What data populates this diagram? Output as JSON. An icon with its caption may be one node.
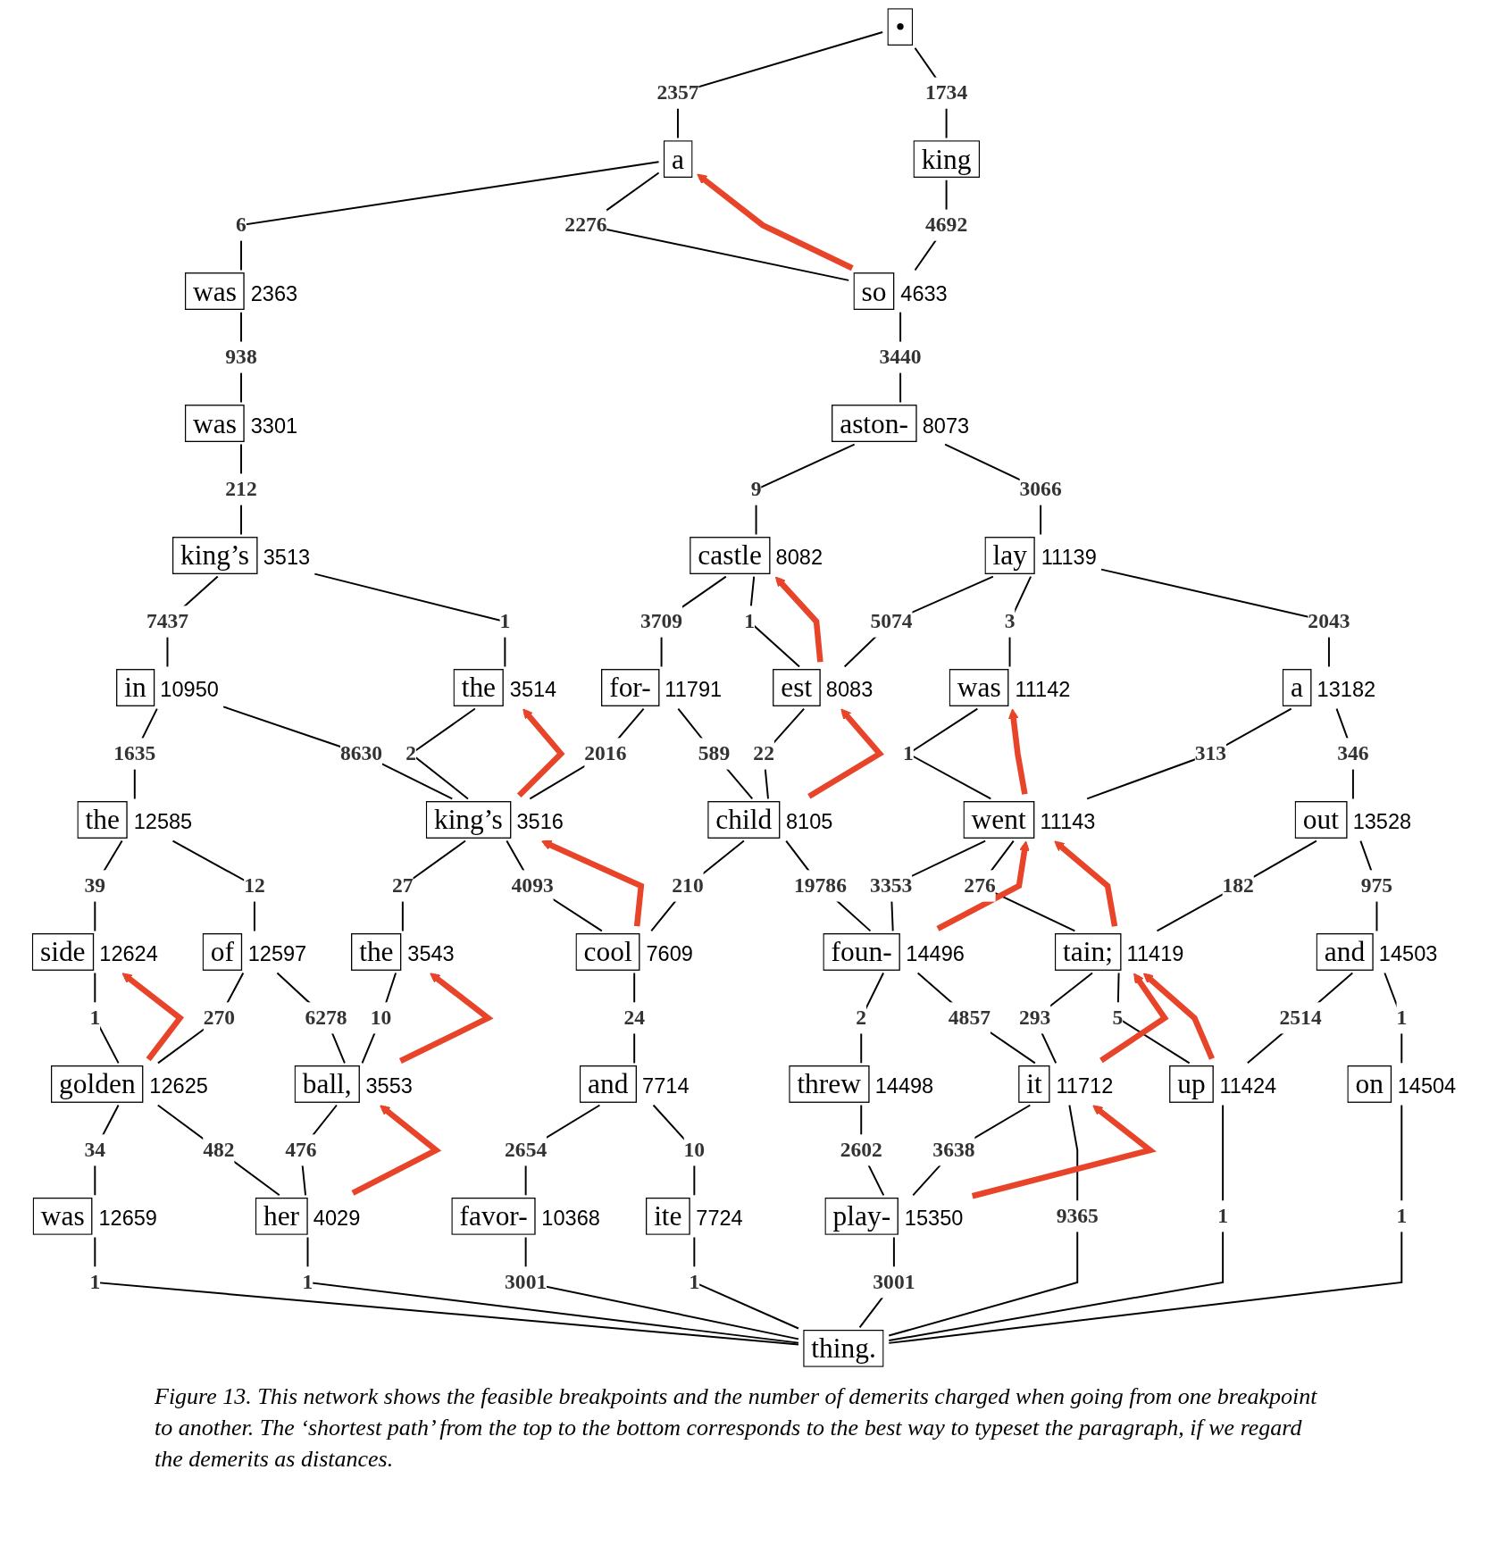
{
  "diagram": {
    "nodes": [
      {
        "text": [
          "•"
        ]
      },
      {
        "text": [
          "a"
        ]
      },
      {
        "text": [
          "king"
        ]
      },
      {
        "text": [
          "was"
        ],
        "beside": [
          "2363"
        ]
      },
      {
        "text": [
          "so"
        ],
        "beside": [
          "4633"
        ]
      },
      {
        "text": [
          "was"
        ],
        "beside": [
          "3301"
        ]
      },
      {
        "text": [
          "aston-"
        ],
        "beside": [
          "8073"
        ]
      },
      {
        "text": [
          "king’s"
        ],
        "beside": [
          "3513"
        ]
      },
      {
        "text": [
          "castle"
        ],
        "beside": [
          "8082"
        ]
      },
      {
        "text": [
          "lay"
        ],
        "beside": [
          "11139"
        ]
      },
      {
        "text": [
          "in"
        ],
        "beside": [
          "10950"
        ]
      },
      {
        "text": [
          "the"
        ],
        "beside": [
          "3514"
        ]
      },
      {
        "text": [
          "for-"
        ],
        "beside": [
          "11791"
        ]
      },
      {
        "text": [
          "est"
        ],
        "beside": [
          "8083"
        ]
      },
      {
        "text": [
          "was"
        ],
        "beside": [
          "11142"
        ]
      },
      {
        "text": [
          "a"
        ],
        "beside": [
          "13182"
        ]
      },
      {
        "text": [
          "the"
        ],
        "beside": [
          "12585"
        ]
      },
      {
        "text": [
          "king’s"
        ],
        "beside": [
          "3516"
        ]
      },
      {
        "text": [
          "child"
        ],
        "beside": [
          "8105"
        ]
      },
      {
        "text": [
          "went"
        ],
        "beside": [
          "11143"
        ]
      },
      {
        "text": [
          "out"
        ],
        "beside": [
          "13528"
        ]
      },
      {
        "text": [
          "side"
        ],
        "beside": [
          "12624"
        ]
      },
      {
        "text": [
          "of"
        ],
        "beside": [
          "12597"
        ]
      },
      {
        "text": [
          "the"
        ],
        "beside": [
          "3543"
        ]
      },
      {
        "text": [
          "cool"
        ],
        "beside": [
          "7609"
        ]
      },
      {
        "text": [
          "foun-"
        ],
        "beside": [
          "14496"
        ]
      },
      {
        "text": [
          "tain;"
        ],
        "beside": [
          "11419"
        ]
      },
      {
        "text": [
          "and"
        ],
        "beside": [
          "14503"
        ]
      },
      {
        "text": [
          "golden"
        ],
        "beside": [
          "12625"
        ]
      },
      {
        "text": [
          "ball,"
        ],
        "beside": [
          "3553"
        ]
      },
      {
        "text": [
          "and"
        ],
        "beside": [
          "7714"
        ]
      },
      {
        "text": [
          "threw"
        ],
        "beside": [
          "14498"
        ]
      },
      {
        "text": [
          "it"
        ],
        "beside": [
          "11712"
        ]
      },
      {
        "text": [
          "up"
        ],
        "beside": [
          "11424"
        ]
      },
      {
        "text": [
          "on"
        ],
        "beside": [
          "14504"
        ]
      },
      {
        "text": [
          "was"
        ],
        "beside": [
          "12659"
        ]
      },
      {
        "text": [
          "her"
        ],
        "beside": [
          "4029"
        ]
      },
      {
        "text": [
          "favor-"
        ],
        "beside": [
          "10368"
        ]
      },
      {
        "text": [
          "ite"
        ],
        "beside": [
          "7724"
        ]
      },
      {
        "text": [
          "play-"
        ],
        "beside": [
          "15350"
        ]
      },
      {
        "text": [
          "thing."
        ]
      }
    ],
    "edges": [
      {
        "from": 0,
        "to": 1,
        "arrow": "none",
        "label": "2357"
      },
      {
        "from": 0,
        "to": 2,
        "arrow": "none",
        "label": "1734"
      },
      {
        "from": 1,
        "to": 3,
        "arrow": "none",
        "label": "6"
      },
      {
        "from": 1,
        "to": 4,
        "arrow": "none",
        "label": "2276"
      },
      {
        "from": 2,
        "to": 4,
        "arrow": "none",
        "label": "4692"
      },
      {
        "from": 3,
        "to": 5,
        "arrow": "none",
        "label": "938"
      },
      {
        "from": 4,
        "to": 6,
        "arrow": "none",
        "label": "3440"
      },
      {
        "from": 5,
        "to": 7,
        "arrow": "none",
        "label": "212"
      },
      {
        "from": 6,
        "to": 8,
        "arrow": "none",
        "label": "9"
      },
      {
        "from": 6,
        "to": 9,
        "arrow": "none",
        "label": "3066"
      },
      {
        "from": 7,
        "to": 10,
        "arrow": "none",
        "label": "7437"
      },
      {
        "from": 7,
        "to": 11,
        "arrow": "none",
        "label": "1"
      },
      {
        "from": 8,
        "to": 12,
        "arrow": "none",
        "label": "3709"
      },
      {
        "from": 8,
        "to": 13,
        "arrow": "none",
        "label": "1"
      },
      {
        "from": 9,
        "to": 13,
        "arrow": "none",
        "label": "5074"
      },
      {
        "from": 9,
        "to": 14,
        "arrow": "none",
        "label": "3"
      },
      {
        "from": 9,
        "to": 15,
        "arrow": "none",
        "label": "2043"
      },
      {
        "from": 10,
        "to": 16,
        "arrow": "none",
        "label": "1635"
      },
      {
        "from": 10,
        "to": 17,
        "arrow": "none",
        "label": "8630"
      },
      {
        "from": 11,
        "to": 17,
        "arrow": "none",
        "label": "2"
      },
      {
        "from": 12,
        "to": 17,
        "arrow": "none",
        "label": "2016"
      },
      {
        "from": 12,
        "to": 18,
        "arrow": "none",
        "label": "589"
      },
      {
        "from": 13,
        "to": 18,
        "arrow": "none",
        "label": "22"
      },
      {
        "from": 14,
        "to": 19,
        "arrow": "none",
        "label": "1"
      },
      {
        "from": 15,
        "to": 19,
        "arrow": "none",
        "label": "313"
      },
      {
        "from": 15,
        "to": 20,
        "arrow": "none",
        "label": "346"
      },
      {
        "from": 16,
        "to": 21,
        "arrow": "none",
        "label": "39"
      },
      {
        "from": 16,
        "to": 22,
        "arrow": "none",
        "label": "12"
      },
      {
        "from": 17,
        "to": 23,
        "arrow": "none",
        "label": "27"
      },
      {
        "from": 17,
        "to": 24,
        "arrow": "none",
        "label": "4093"
      },
      {
        "from": 18,
        "to": 24,
        "arrow": "none",
        "label": "210"
      },
      {
        "from": 18,
        "to": 25,
        "arrow": "none",
        "label": "19786"
      },
      {
        "from": 19,
        "to": 25,
        "arrow": "none",
        "label": "3353"
      },
      {
        "from": 19,
        "to": 26,
        "arrow": "none",
        "label": "276"
      },
      {
        "from": 20,
        "to": 26,
        "arrow": "none",
        "label": "182"
      },
      {
        "from": 20,
        "to": 27,
        "arrow": "none",
        "label": "975"
      },
      {
        "from": 21,
        "to": 28,
        "arrow": "none",
        "label": "1"
      },
      {
        "from": 22,
        "to": 28,
        "arrow": "none",
        "label": "270"
      },
      {
        "from": 22,
        "to": 29,
        "arrow": "none",
        "label": "6278"
      },
      {
        "from": 23,
        "to": 29,
        "arrow": "none",
        "label": "10"
      },
      {
        "from": 24,
        "to": 30,
        "arrow": "none",
        "label": "24"
      },
      {
        "from": 25,
        "to": 31,
        "arrow": "none",
        "label": "2"
      },
      {
        "from": 25,
        "to": 32,
        "arrow": "none",
        "label": "4857"
      },
      {
        "from": 26,
        "to": 32,
        "arrow": "none",
        "label": "293"
      },
      {
        "from": 26,
        "to": 33,
        "arrow": "none",
        "label": "5"
      },
      {
        "from": 27,
        "to": 33,
        "arrow": "none",
        "label": "2514"
      },
      {
        "from": 27,
        "to": 34,
        "arrow": "none",
        "label": "1"
      },
      {
        "from": 28,
        "to": 35,
        "arrow": "none",
        "label": "34"
      },
      {
        "from": 28,
        "to": 36,
        "arrow": "none",
        "label": "482"
      },
      {
        "from": 29,
        "to": 36,
        "arrow": "none",
        "label": "476"
      },
      {
        "from": 30,
        "to": 37,
        "arrow": "none",
        "label": "2654"
      },
      {
        "from": 30,
        "to": 38,
        "arrow": "none",
        "label": "10"
      },
      {
        "from": 31,
        "to": 39,
        "arrow": "none",
        "label": "2602"
      },
      {
        "from": 32,
        "to": 39,
        "arrow": "none",
        "label": "3638"
      },
      {
        "from": 35,
        "to": 40,
        "arrow": "none",
        "label": "1"
      },
      {
        "from": 36,
        "to": 40,
        "arrow": "none",
        "label": "1"
      },
      {
        "from": 37,
        "to": 40,
        "arrow": "none",
        "label": "3001"
      },
      {
        "from": 38,
        "to": 40,
        "arrow": "none",
        "label": "1"
      },
      {
        "from": 39,
        "to": 40,
        "arrow": "none",
        "label": "3001"
      },
      {
        "from": 32,
        "to": 40,
        "arrow": "none",
        "label": "9365"
      },
      {
        "from": 33,
        "to": 40,
        "arrow": "none",
        "label": "1"
      },
      {
        "from": 34,
        "to": 40,
        "arrow": "none",
        "label": "1"
      },
      {
        "from": 4,
        "to": 1,
        "arrow": "to",
        "style": "thick",
        "color": "#e8442a"
      },
      {
        "from": 13,
        "to": 8,
        "arrow": "to",
        "style": "thick",
        "color": "#e8442a"
      },
      {
        "from": 18,
        "to": 13,
        "arrow": "to",
        "style": "thick",
        "color": "#e8442a"
      },
      {
        "from": 17,
        "to": 11,
        "arrow": "to",
        "style": "thick",
        "color": "#e8442a"
      },
      {
        "from": 19,
        "to": 14,
        "arrow": "to",
        "style": "thick",
        "color": "#e8442a"
      },
      {
        "from": 24,
        "to": 17,
        "arrow": "to",
        "style": "thick",
        "color": "#e8442a"
      },
      {
        "from": 25,
        "to": 19,
        "arrow": "to",
        "style": "thick",
        "color": "#e8442a"
      },
      {
        "from": 26,
        "to": 19,
        "arrow": "to",
        "style": "thick",
        "color": "#e8442a"
      },
      {
        "from": 28,
        "to": 21,
        "arrow": "to",
        "style": "thick",
        "color": "#e8442a"
      },
      {
        "from": 29,
        "to": 23,
        "arrow": "to",
        "style": "thick",
        "color": "#e8442a"
      },
      {
        "from": 32,
        "to": 26,
        "arrow": "to",
        "style": "thick",
        "color": "#e8442a"
      },
      {
        "from": 33,
        "to": 26,
        "arrow": "to",
        "style": "thick",
        "color": "#e8442a"
      },
      {
        "from": 36,
        "to": 29,
        "arrow": "to",
        "style": "thick",
        "color": "#e8442a"
      },
      {
        "from": 39,
        "to": 32,
        "arrow": "to",
        "style": "thick",
        "color": "#e8442a"
      }
    ],
    "caption": "Figure 13. This network shows the feasible breakpoints and the number of demerits charged when going from one breakpoint to another. The ‘shortest path’ from the top to the bottom corresponds to the best way to typeset the paragraph, if we regard the demerits as distances."
  }
}
